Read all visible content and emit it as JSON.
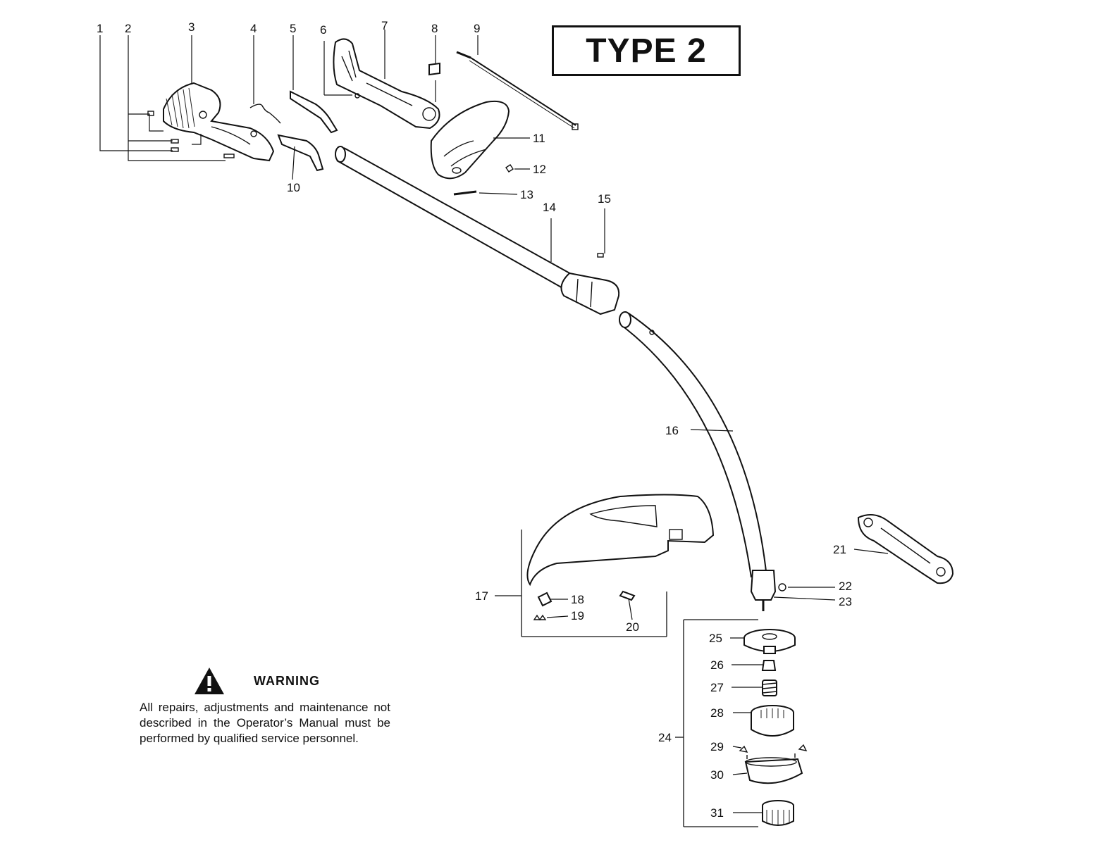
{
  "header": {
    "type_label": "TYPE 2"
  },
  "warning": {
    "title": "WARNING",
    "text": "All repairs, adjustments and maintenance not described in the Operator’s Manual must be performed by qualified  service personnel."
  },
  "callouts": {
    "c1": "1",
    "c2": "2",
    "c3": "3",
    "c4": "4",
    "c5": "5",
    "c6": "6",
    "c7": "7",
    "c8": "8",
    "c9": "9",
    "c10": "10",
    "c11": "11",
    "c12": "12",
    "c13": "13",
    "c14": "14",
    "c15": "15",
    "c16": "16",
    "c17": "17",
    "c18": "18",
    "c19": "19",
    "c20": "20",
    "c21": "21",
    "c22": "22",
    "c23": "23",
    "c24": "24",
    "c25": "25",
    "c26": "26",
    "c27": "27",
    "c28": "28",
    "c29": "29",
    "c30": "30",
    "c31": "31"
  },
  "icons": {
    "warning": "warning-triangle-icon"
  }
}
